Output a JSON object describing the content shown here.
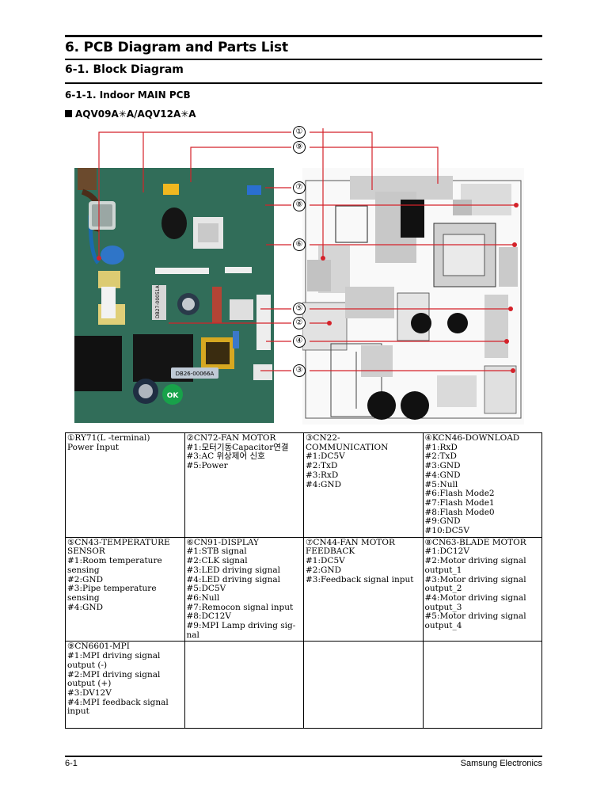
{
  "heading": {
    "title": "6. PCB Diagram and Parts List",
    "subtitle": "6-1. Block Diagram",
    "section": "6-1-1. Indoor MAIN PCB",
    "model": "AQV09A✳A/AQV12A✳A"
  },
  "figure": {
    "photo_labels": [
      "DB27-00051A",
      "DB26-00066A",
      "OK"
    ],
    "callouts": [
      "①",
      "⑨",
      "⑦",
      "⑧",
      "⑥",
      "⑤",
      "②",
      "④",
      "③"
    ]
  },
  "parts_table": {
    "rows": [
      [
        {
          "title": "①RY71(L -terminal)",
          "lines": [
            "  Power Input"
          ]
        },
        {
          "title": "②CN72-FAN MOTOR",
          "lines": [
            "#1:모터기동Capacitor연결",
            "#3:AC 위상제어 신호",
            "#5:Power"
          ]
        },
        {
          "title": "③CN22-COMMUNICATION",
          "lines": [
            "#1:DC5V",
            "#2:TxD",
            "#3:RxD",
            "#4:GND"
          ]
        },
        {
          "title": "④KCN46-DOWNLOAD",
          "lines": [
            "#1:RxD",
            "#2:TxD",
            "#3:GND",
            "#4:GND",
            "#5:Null",
            "#6:Flash Mode2",
            "#7:Flash Mode1",
            "#8:Flash Mode0",
            "#9:GND",
            "#10:DC5V"
          ]
        }
      ],
      [
        {
          "title": "⑤CN43-TEMPERATURE SENSOR",
          "lines": [
            "#1:Room temperature sensing",
            "#2:GND",
            "#3:Pipe temperature sensing",
            "#4:GND"
          ]
        },
        {
          "title": "⑥CN91-DISPLAY",
          "lines": [
            "#1:STB signal",
            "#2:CLK signal",
            "#3:LED driving signal",
            "#4:LED driving signal",
            "#5:DC5V",
            "#6:Null",
            "#7:Remocon signal input",
            "#8:DC12V",
            "#9:MPI Lamp driving sig-nal"
          ]
        },
        {
          "title": "⑦CN44-FAN MOTOR FEEDBACK",
          "lines": [
            "#1:DC5V",
            "#2:GND",
            "#3:Feedback signal input"
          ]
        },
        {
          "title": "⑧CN63-BLADE MOTOR",
          "lines": [
            "#1:DC12V",
            "#2:Motor driving signal output_1",
            "#3:Motor driving signal output_2",
            "#4:Motor driving signal output_3",
            "#5:Motor driving signal output_4"
          ]
        }
      ],
      [
        {
          "title": "⑨CN6601-MPI",
          "lines": [
            "#1:MPI driving signal output (-)",
            "#2:MPI driving signal output (+)",
            "#3:DV12V",
            "#4:MPI feedback signal input"
          ]
        },
        {
          "title": "",
          "lines": []
        },
        {
          "title": "",
          "lines": []
        },
        {
          "title": "",
          "lines": []
        }
      ]
    ]
  },
  "footer": {
    "page": "6-1",
    "company": "Samsung Electronics"
  },
  "colors": {
    "leader": "#d4222a",
    "pcb": "#2e6a55"
  }
}
